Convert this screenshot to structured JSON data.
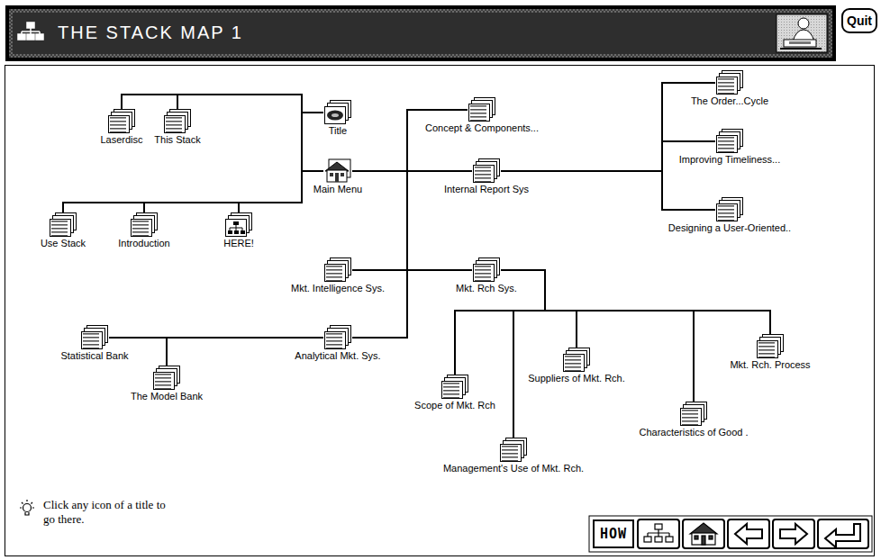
{
  "diagram": {
    "title": "THE STACK MAP 1",
    "nodes": [
      {
        "text": [
          "Laserdisc"
        ]
      },
      {
        "text": [
          "This Stack"
        ]
      },
      {
        "text": [
          "Title"
        ]
      },
      {
        "text": [
          "Concept & Components..."
        ]
      },
      {
        "text": [
          "The Order...Cycle"
        ]
      },
      {
        "text": [
          "Main Menu"
        ]
      },
      {
        "text": [
          "Internal Report Sys"
        ]
      },
      {
        "text": [
          "Improving Timeliness..."
        ]
      },
      {
        "text": [
          "Use Stack"
        ]
      },
      {
        "text": [
          "Introduction"
        ]
      },
      {
        "text": [
          "HERE!"
        ]
      },
      {
        "text": [
          "Designing a User-Oriented.."
        ]
      },
      {
        "text": [
          "Mkt. Intelligence Sys."
        ]
      },
      {
        "text": [
          "Mkt. Rch Sys."
        ]
      },
      {
        "text": [
          "Statistical Bank"
        ]
      },
      {
        "text": [
          "Analytical Mkt. Sys."
        ]
      },
      {
        "text": [
          "The Model Bank"
        ]
      },
      {
        "text": [
          "Mkt. Rch. Process"
        ]
      },
      {
        "text": [
          "Suppliers of Mkt. Rch."
        ]
      },
      {
        "text": [
          "Scope of Mkt. Rch"
        ]
      },
      {
        "text": [
          "Characteristics of Good ."
        ]
      },
      {
        "text": [
          "Management's Use of Mkt. Rch."
        ]
      },
      {
        "text": [
          "Quit"
        ]
      },
      {
        "text": [
          "HOW"
        ]
      }
    ],
    "edges": [
      {
        "from": 5,
        "to": 2,
        "arrow": "none"
      },
      {
        "from": 5,
        "to": 0,
        "arrow": "none"
      },
      {
        "from": 5,
        "to": 1,
        "arrow": "none"
      },
      {
        "from": 5,
        "to": 8,
        "arrow": "none"
      },
      {
        "from": 5,
        "to": 9,
        "arrow": "none"
      },
      {
        "from": 5,
        "to": 10,
        "arrow": "none"
      },
      {
        "from": 5,
        "to": 3,
        "arrow": "none"
      },
      {
        "from": 5,
        "to": 6,
        "arrow": "none"
      },
      {
        "from": 5,
        "to": 12,
        "arrow": "none"
      },
      {
        "from": 5,
        "to": 13,
        "arrow": "none"
      },
      {
        "from": 5,
        "to": 15,
        "arrow": "none"
      },
      {
        "from": 6,
        "to": 4,
        "arrow": "none"
      },
      {
        "from": 6,
        "to": 7,
        "arrow": "none"
      },
      {
        "from": 6,
        "to": 11,
        "arrow": "none"
      },
      {
        "from": 13,
        "to": 19,
        "arrow": "none"
      },
      {
        "from": 13,
        "to": 18,
        "arrow": "none"
      },
      {
        "from": 13,
        "to": 21,
        "arrow": "none"
      },
      {
        "from": 13,
        "to": 20,
        "arrow": "none"
      },
      {
        "from": 13,
        "to": 17,
        "arrow": "none"
      },
      {
        "from": 15,
        "to": 14,
        "arrow": "none"
      },
      {
        "from": 15,
        "to": 16,
        "arrow": "none"
      }
    ],
    "labels": [
      "Click any icon of a title to go there."
    ]
  }
}
